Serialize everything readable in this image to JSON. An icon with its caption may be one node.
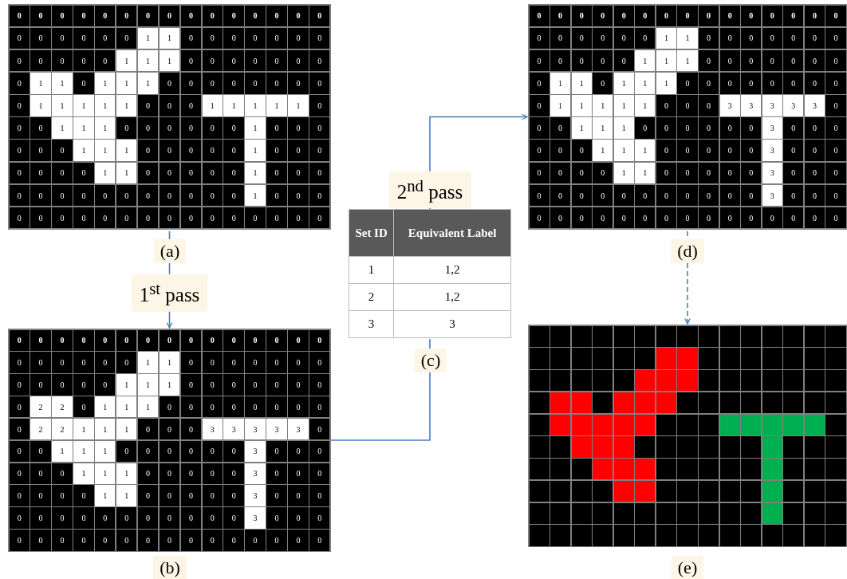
{
  "diagram": {
    "nodes": [
      {
        "text": [
          "0",
          "0",
          "0",
          "0",
          "0",
          "0",
          "0",
          "0",
          "0",
          "0",
          "0",
          "0",
          "0",
          "0",
          "0",
          "0",
          "0",
          "0",
          "0",
          "0",
          "0",
          "1",
          "1",
          "0",
          "0",
          "0",
          "0",
          "0",
          "0",
          "0",
          "0",
          "0",
          "0",
          "0",
          "0",
          "1",
          "1",
          "1",
          "0",
          "0",
          "0",
          "0",
          "0",
          "0",
          "0",
          "0",
          "1",
          "1",
          "0",
          "1",
          "1",
          "1",
          "0",
          "0",
          "0",
          "0",
          "0",
          "0",
          "0",
          "0",
          "0",
          "1",
          "1",
          "1",
          "1",
          "1",
          "0",
          "0",
          "0",
          "1",
          "1",
          "1",
          "1",
          "1",
          "0",
          "0",
          "0",
          "1",
          "1",
          "1",
          "0",
          "0",
          "0",
          "0",
          "0",
          "0",
          "1",
          "0",
          "0",
          "0",
          "0",
          "0",
          "0",
          "1",
          "1",
          "1",
          "0",
          "0",
          "0",
          "0",
          "0",
          "1",
          "0",
          "0",
          "0",
          "0",
          "0",
          "0",
          "0",
          "1",
          "1",
          "0",
          "0",
          "0",
          "0",
          "0",
          "1",
          "0",
          "0",
          "0",
          "0",
          "0",
          "0",
          "0",
          "0",
          "0",
          "0",
          "0",
          "0",
          "0",
          "0",
          "1",
          "0",
          "0",
          "0",
          "0",
          "0",
          "0",
          "0",
          "0",
          "0",
          "0",
          "0",
          "0",
          "0",
          "0",
          "0",
          "0",
          "0",
          "0"
        ],
        "beside": [
          "(a)"
        ]
      },
      {
        "text": [
          "0",
          "0",
          "0",
          "0",
          "0",
          "0",
          "0",
          "0",
          "0",
          "0",
          "0",
          "0",
          "0",
          "0",
          "0",
          "0",
          "0",
          "0",
          "0",
          "0",
          "0",
          "1",
          "1",
          "0",
          "0",
          "0",
          "0",
          "0",
          "0",
          "0",
          "0",
          "0",
          "0",
          "0",
          "0",
          "1",
          "1",
          "1",
          "0",
          "0",
          "0",
          "0",
          "0",
          "0",
          "0",
          "0",
          "2",
          "2",
          "0",
          "1",
          "1",
          "1",
          "0",
          "0",
          "0",
          "0",
          "0",
          "0",
          "0",
          "0",
          "0",
          "2",
          "2",
          "1",
          "1",
          "1",
          "0",
          "0",
          "0",
          "3",
          "3",
          "3",
          "3",
          "3",
          "0",
          "0",
          "0",
          "1",
          "1",
          "1",
          "0",
          "0",
          "0",
          "0",
          "0",
          "0",
          "3",
          "0",
          "0",
          "0",
          "0",
          "0",
          "0",
          "1",
          "1",
          "1",
          "0",
          "0",
          "0",
          "0",
          "0",
          "3",
          "0",
          "0",
          "0",
          "0",
          "0",
          "0",
          "0",
          "1",
          "1",
          "0",
          "0",
          "0",
          "0",
          "0",
          "3",
          "0",
          "0",
          "0",
          "0",
          "0",
          "0",
          "0",
          "0",
          "0",
          "0",
          "0",
          "0",
          "0",
          "0",
          "3",
          "0",
          "0",
          "0",
          "0",
          "0",
          "0",
          "0",
          "0",
          "0",
          "0",
          "0",
          "0",
          "0",
          "0",
          "0",
          "0",
          "0",
          "0"
        ],
        "beside": [
          "(b)"
        ]
      },
      {
        "text": [
          "Set ID",
          "Equivalent Label",
          "1",
          "1,2",
          "2",
          "1,2",
          "3",
          "3"
        ],
        "beside": [
          "(c)"
        ]
      },
      {
        "text": [
          "0",
          "0",
          "0",
          "0",
          "0",
          "0",
          "0",
          "0",
          "0",
          "0",
          "0",
          "0",
          "0",
          "0",
          "0",
          "0",
          "0",
          "0",
          "0",
          "0",
          "0",
          "1",
          "1",
          "0",
          "0",
          "0",
          "0",
          "0",
          "0",
          "0",
          "0",
          "0",
          "0",
          "0",
          "0",
          "1",
          "1",
          "1",
          "0",
          "0",
          "0",
          "0",
          "0",
          "0",
          "0",
          "0",
          "1",
          "1",
          "0",
          "1",
          "1",
          "1",
          "0",
          "0",
          "0",
          "0",
          "0",
          "0",
          "0",
          "0",
          "0",
          "1",
          "1",
          "1",
          "1",
          "1",
          "0",
          "0",
          "0",
          "3",
          "3",
          "3",
          "3",
          "3",
          "0",
          "0",
          "0",
          "1",
          "1",
          "1",
          "0",
          "0",
          "0",
          "0",
          "0",
          "0",
          "3",
          "0",
          "0",
          "0",
          "0",
          "0",
          "0",
          "1",
          "1",
          "1",
          "0",
          "0",
          "0",
          "0",
          "0",
          "3",
          "0",
          "0",
          "0",
          "0",
          "0",
          "0",
          "0",
          "1",
          "1",
          "0",
          "0",
          "0",
          "0",
          "0",
          "3",
          "0",
          "0",
          "0",
          "0",
          "0",
          "0",
          "0",
          "0",
          "0",
          "0",
          "0",
          "0",
          "0",
          "0",
          "3",
          "0",
          "0",
          "0",
          "0",
          "0",
          "0",
          "0",
          "0",
          "0",
          "0",
          "0",
          "0",
          "0",
          "0",
          "0",
          "0",
          "0",
          "0"
        ],
        "beside": [
          "(d)"
        ]
      },
      {
        "text": [],
        "shape": "grid",
        "beside": [
          "(e)"
        ]
      }
    ],
    "edges": [
      {
        "from": 0,
        "to": 1,
        "arrow": "to",
        "label": "1$^{st}$ pass"
      },
      {
        "from": 1,
        "to": 2,
        "arrow": "none"
      },
      {
        "from": 2,
        "to": 3,
        "arrow": "to",
        "label": "2$^{nd}$ pass"
      },
      {
        "from": 3,
        "to": 4,
        "arrow": "to",
        "style": "dashed"
      }
    ]
  }
}
